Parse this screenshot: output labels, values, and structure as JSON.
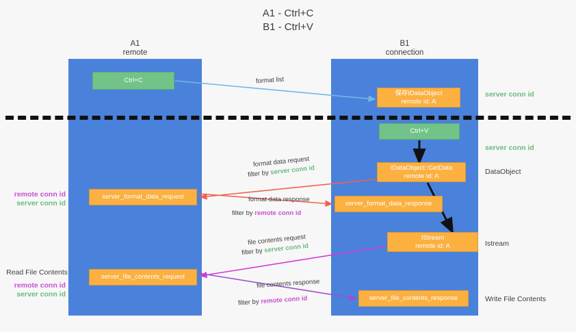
{
  "title": "A1 - Ctrl+C\nB1 - Ctrl+V",
  "columns": {
    "left": {
      "name": "A1",
      "sub": "remote",
      "label": "A1\nremote"
    },
    "right": {
      "name": "B1",
      "sub": "connection",
      "label": "B1\nconnection"
    }
  },
  "colors": {
    "lane": "#4a81da",
    "green_box": "#72c387",
    "orange_box": "#fbb040",
    "server_conn_id": "#6aba7e",
    "remote_conn_id": "#c94fd4",
    "arrow_blue": "#6fb8e8",
    "arrow_red": "#ee6352",
    "arrow_magenta": "#d63ad6",
    "arrow_purple": "#9b51c9",
    "arrow_black": "#111111",
    "background": "#f7f7f7"
  },
  "boxes": {
    "ctrl_c": {
      "line1": "Ctrl+C"
    },
    "ctrl_v": {
      "line1": "Ctrl+V"
    },
    "save_idataobject": {
      "line1": "保存IDataObject",
      "line2": "remote id: A"
    },
    "getdata": {
      "line1": "IDataObject::GetData",
      "line2": "remote id: A"
    },
    "istream": {
      "line1": "IStream",
      "line2": "remote id: A"
    },
    "server_format_data_request": {
      "line1": "server_format_data_request"
    },
    "server_format_data_response": {
      "line1": "server_format_data_response"
    },
    "server_file_contents_request": {
      "line1": "server_file_contents_request"
    },
    "server_file_contents_response": {
      "line1": "server_file_contents_response"
    }
  },
  "right_notes": {
    "server_conn_id_1": "server conn id",
    "server_conn_id_2": "server conn id",
    "dataobject": "DataObject",
    "istream": "Istream",
    "write_file_contents": "Write File Contents"
  },
  "left_notes": {
    "mid_remote": "remote conn id",
    "mid_server": "server conn id",
    "read_file_contents": "Read File Contents",
    "bot_remote": "remote conn id",
    "bot_server": "server conn id"
  },
  "edge_captions": {
    "format_list": "format list",
    "format_data_request": "format data request",
    "format_data_request_filter_prefix": "filter by ",
    "format_data_request_filter_value": "server conn id",
    "format_data_response": "format data response",
    "format_data_response_filter_prefix": "filter by ",
    "format_data_response_filter_value": "remote conn id",
    "file_contents_request": "file contents request",
    "file_contents_request_filter_prefix": "filter by ",
    "file_contents_request_filter_value": "server conn id",
    "file_contents_response": "file contents response",
    "file_contents_response_filter_prefix": "filter by ",
    "file_contents_response_filter_value": "remote conn id"
  }
}
